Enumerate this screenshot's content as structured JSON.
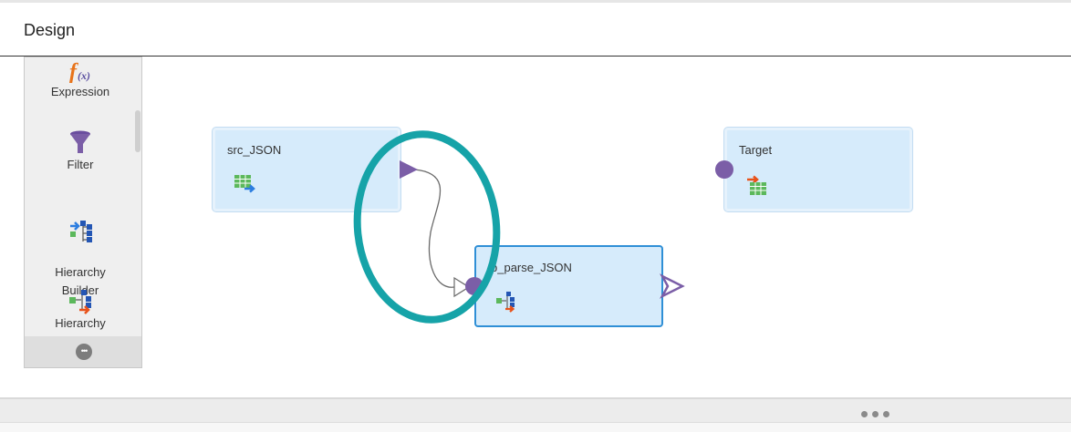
{
  "header": {
    "title": "Design"
  },
  "palette": {
    "items": [
      {
        "label": "Expression",
        "icon": "expression-icon"
      },
      {
        "label": "Filter",
        "icon": "filter-icon"
      },
      {
        "label": "Hierarchy\nBuilder",
        "icon": "hierarchy-builder-icon"
      },
      {
        "label": "Hierarchy",
        "icon": "hierarchy-parser-icon"
      }
    ],
    "more_icon": "more-icon"
  },
  "canvas": {
    "nodes": [
      {
        "id": "src",
        "label": "src_JSON",
        "icon": "source-table-icon"
      },
      {
        "id": "parser",
        "label": "p_parse_JSON",
        "icon": "hierarchy-parser-icon",
        "selected": true
      },
      {
        "id": "target",
        "label": "Target",
        "icon": "target-table-icon"
      }
    ],
    "links": [
      {
        "from": "src_JSON",
        "to": "p_parse_JSON"
      }
    ],
    "highlight_color": "#16a3a8"
  },
  "colors": {
    "port": "#7b5ea7",
    "node_fill": "#d6ebfb",
    "node_selected_border": "#2f8fd6",
    "accent_highlight": "#16a3a8"
  },
  "footer": {
    "more_icon": "more-horizontal-icon"
  }
}
